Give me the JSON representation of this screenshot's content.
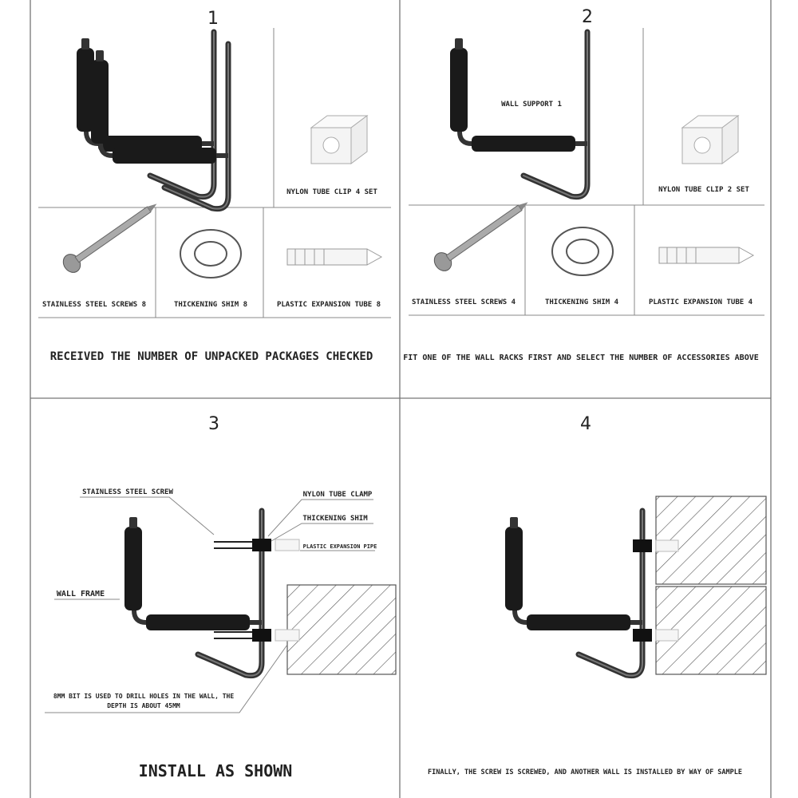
{
  "panel1": {
    "number": "1",
    "nylon_clip": "NYLON TUBE CLIP 4 SET",
    "screws": "STAINLESS STEEL SCREWS 8",
    "shim": "THICKENING SHIM 8",
    "expansion": "PLASTIC EXPANSION TUBE 8",
    "caption": "RECEIVED THE NUMBER OF UNPACKED PACKAGES CHECKED"
  },
  "panel2": {
    "number": "2",
    "wall_support": "WALL SUPPORT 1",
    "nylon_clip": "NYLON TUBE CLIP 2 SET",
    "screws": "STAINLESS STEEL SCREWS 4",
    "shim": "THICKENING SHIM 4",
    "expansion": "PLASTIC EXPANSION TUBE 4",
    "caption": "FIT ONE OF THE WALL RACKS FIRST AND SELECT THE NUMBER OF ACCESSORIES ABOVE"
  },
  "panel3": {
    "number": "3",
    "screw": "STAINLESS STEEL SCREW",
    "clamp": "NYLON TUBE CLAMP",
    "shim": "THICKENING SHIM",
    "expansion": "PLASTIC EXPANSION PIPE",
    "wall_frame": "WALL FRAME",
    "drill_note_1": "8MM BIT IS USED TO DRILL HOLES IN THE WALL, THE",
    "drill_note_2": "DEPTH IS ABOUT 45MM",
    "caption": "INSTALL AS SHOWN"
  },
  "panel4": {
    "number": "4",
    "caption": "FINALLY, THE SCREW IS SCREWED, AND ANOTHER WALL IS INSTALLED BY WAY OF SAMPLE"
  }
}
